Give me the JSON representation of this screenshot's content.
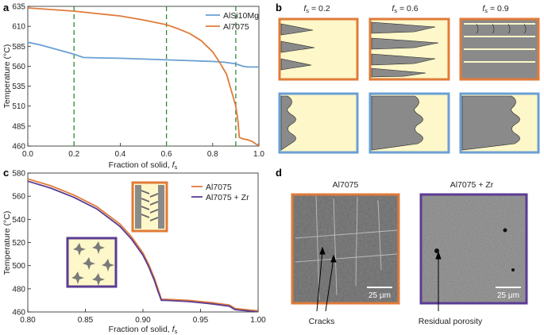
{
  "panel_labels": {
    "a": "a",
    "b": "b",
    "c": "c",
    "d": "d"
  },
  "colors": {
    "orange": "#e07b39",
    "blue": "#6a9fd4",
    "purple": "#5b3c94",
    "dashed_green": "#2e8b2e",
    "cream": "#fdf7c9",
    "grey": "#8a8a8a"
  },
  "panel_a": {
    "ylabel": "Temperature (°C)",
    "xlabel": "Fraction of solid,",
    "xlabel_sym": "f",
    "xlabel_sub": "s",
    "yticks": [
      "635",
      "610",
      "585",
      "560",
      "535",
      "510",
      "485",
      "460"
    ],
    "xticks": [
      "0.0",
      "0.2",
      "0.4",
      "0.6",
      "0.8",
      "1.0"
    ],
    "legend": [
      "AlSi10Mg",
      "Al7075"
    ]
  },
  "panel_b": {
    "headers": [
      {
        "sym": "f",
        "sub": "s",
        "rest": " = 0.2"
      },
      {
        "sym": "f",
        "sub": "s",
        "rest": " = 0.6"
      },
      {
        "sym": "f",
        "sub": "s",
        "rest": " = 0.9"
      }
    ]
  },
  "panel_c": {
    "ylabel": "Temperature (°C)",
    "xlabel": "Fraction of solid,",
    "xlabel_sym": "f",
    "xlabel_sub": "s",
    "yticks": [
      "580",
      "560",
      "540",
      "520",
      "500",
      "480",
      "460"
    ],
    "xticks": [
      "0.80",
      "0.85",
      "0.90",
      "0.95",
      "1.00"
    ],
    "legend": [
      "Al7075",
      "Al7075 + Zr"
    ]
  },
  "panel_d": {
    "titles": [
      "Al7075",
      "Al7075 + Zr"
    ],
    "scale_bars": [
      "25 μm",
      "25 μm"
    ],
    "annotations": [
      "Cracks",
      "Residual porosity"
    ]
  },
  "chart_data": [
    {
      "type": "line",
      "title": "",
      "xlabel": "Fraction of solid, f_s",
      "ylabel": "Temperature (°C)",
      "xlim": [
        0,
        1.0
      ],
      "ylim": [
        460,
        635
      ],
      "reference_lines_x": [
        0.2,
        0.6,
        0.9
      ],
      "legend_position": "top-right",
      "series": [
        {
          "name": "AlSi10Mg",
          "x": [
            0,
            0.05,
            0.1,
            0.15,
            0.2,
            0.24,
            0.3,
            0.4,
            0.5,
            0.6,
            0.7,
            0.8,
            0.85,
            0.9,
            0.93,
            0.95,
            0.97,
            1.0
          ],
          "y": [
            590,
            587,
            583,
            579,
            575,
            571,
            570.5,
            570,
            569,
            568,
            567,
            566,
            565,
            563,
            560,
            559,
            559,
            559
          ]
        },
        {
          "name": "Al7075",
          "x": [
            0,
            0.1,
            0.2,
            0.3,
            0.4,
            0.5,
            0.6,
            0.65,
            0.7,
            0.75,
            0.8,
            0.83,
            0.86,
            0.88,
            0.9,
            0.91,
            0.915,
            0.93,
            0.95,
            0.97,
            0.98,
            0.99,
            1.0
          ],
          "y": [
            633,
            631,
            629,
            626,
            623,
            618,
            612,
            607,
            601,
            592,
            578,
            565,
            550,
            530,
            510,
            490,
            471,
            469,
            468,
            466,
            464,
            462,
            461
          ]
        }
      ]
    },
    {
      "type": "line",
      "title": "",
      "xlabel": "Fraction of solid, f_s",
      "ylabel": "Temperature (°C)",
      "xlim": [
        0.8,
        1.0
      ],
      "ylim": [
        460,
        580
      ],
      "legend_position": "top-right",
      "series": [
        {
          "name": "Al7075",
          "x": [
            0.8,
            0.82,
            0.84,
            0.86,
            0.88,
            0.89,
            0.9,
            0.905,
            0.91,
            0.913,
            0.916,
            0.92,
            0.94,
            0.96,
            0.975,
            0.98,
            0.99,
            1.0
          ],
          "y": [
            575,
            569,
            561,
            551,
            536,
            525,
            511,
            501,
            489,
            480,
            471,
            471,
            470,
            468,
            466,
            463,
            462,
            461
          ]
        },
        {
          "name": "Al7075 + Zr",
          "x": [
            0.8,
            0.82,
            0.84,
            0.86,
            0.88,
            0.89,
            0.9,
            0.905,
            0.91,
            0.913,
            0.916,
            0.92,
            0.94,
            0.96,
            0.975,
            0.98,
            0.99,
            1.0
          ],
          "y": [
            573,
            567,
            559,
            549,
            534,
            523,
            509,
            499,
            487,
            478,
            470,
            470,
            469,
            467,
            465,
            462,
            461,
            460
          ]
        }
      ]
    }
  ]
}
